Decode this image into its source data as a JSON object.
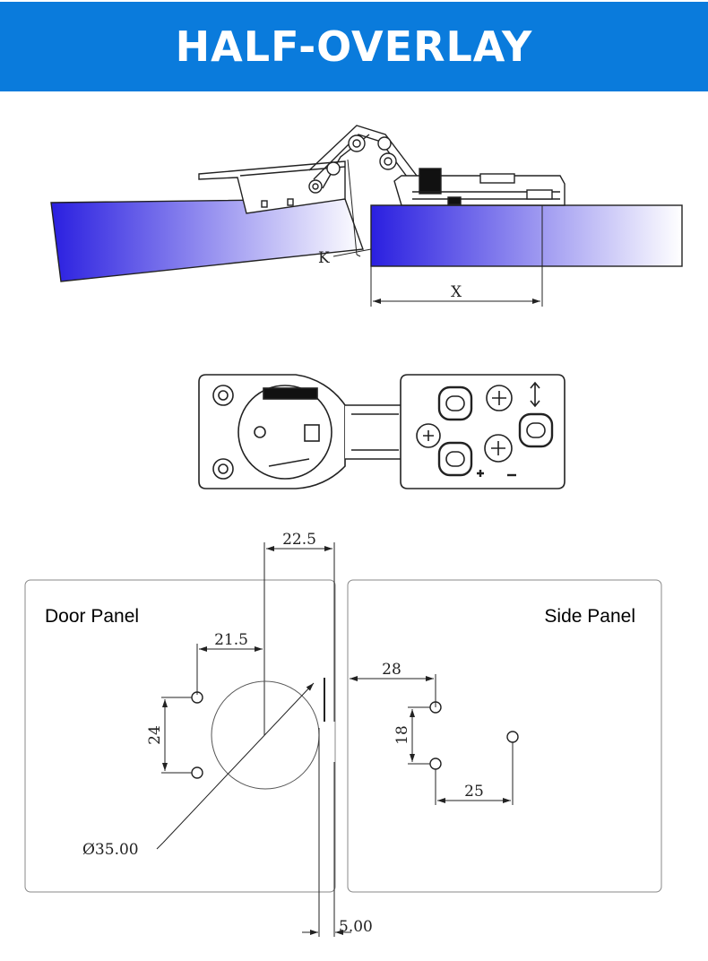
{
  "header": {
    "title": "HALF-OVERLAY"
  },
  "side_view": {
    "label_k": "K",
    "label_x": "X"
  },
  "drilling": {
    "door_panel_label": "Door Panel",
    "side_panel_label": "Side Panel",
    "dim_top": "22.5",
    "dim_hole_offset": "21.5",
    "dim_hole_spacing": "24",
    "dim_cup_diameter": "Ø35.00",
    "dim_gap": "5.00",
    "dim_side_offset": "28",
    "dim_side_spacing": "18",
    "dim_side_horizontal": "25"
  },
  "colors": {
    "banner": "#0a7bdc",
    "panel_gradient_start": "#2a1fe0",
    "panel_gradient_end": "#ffffff"
  }
}
